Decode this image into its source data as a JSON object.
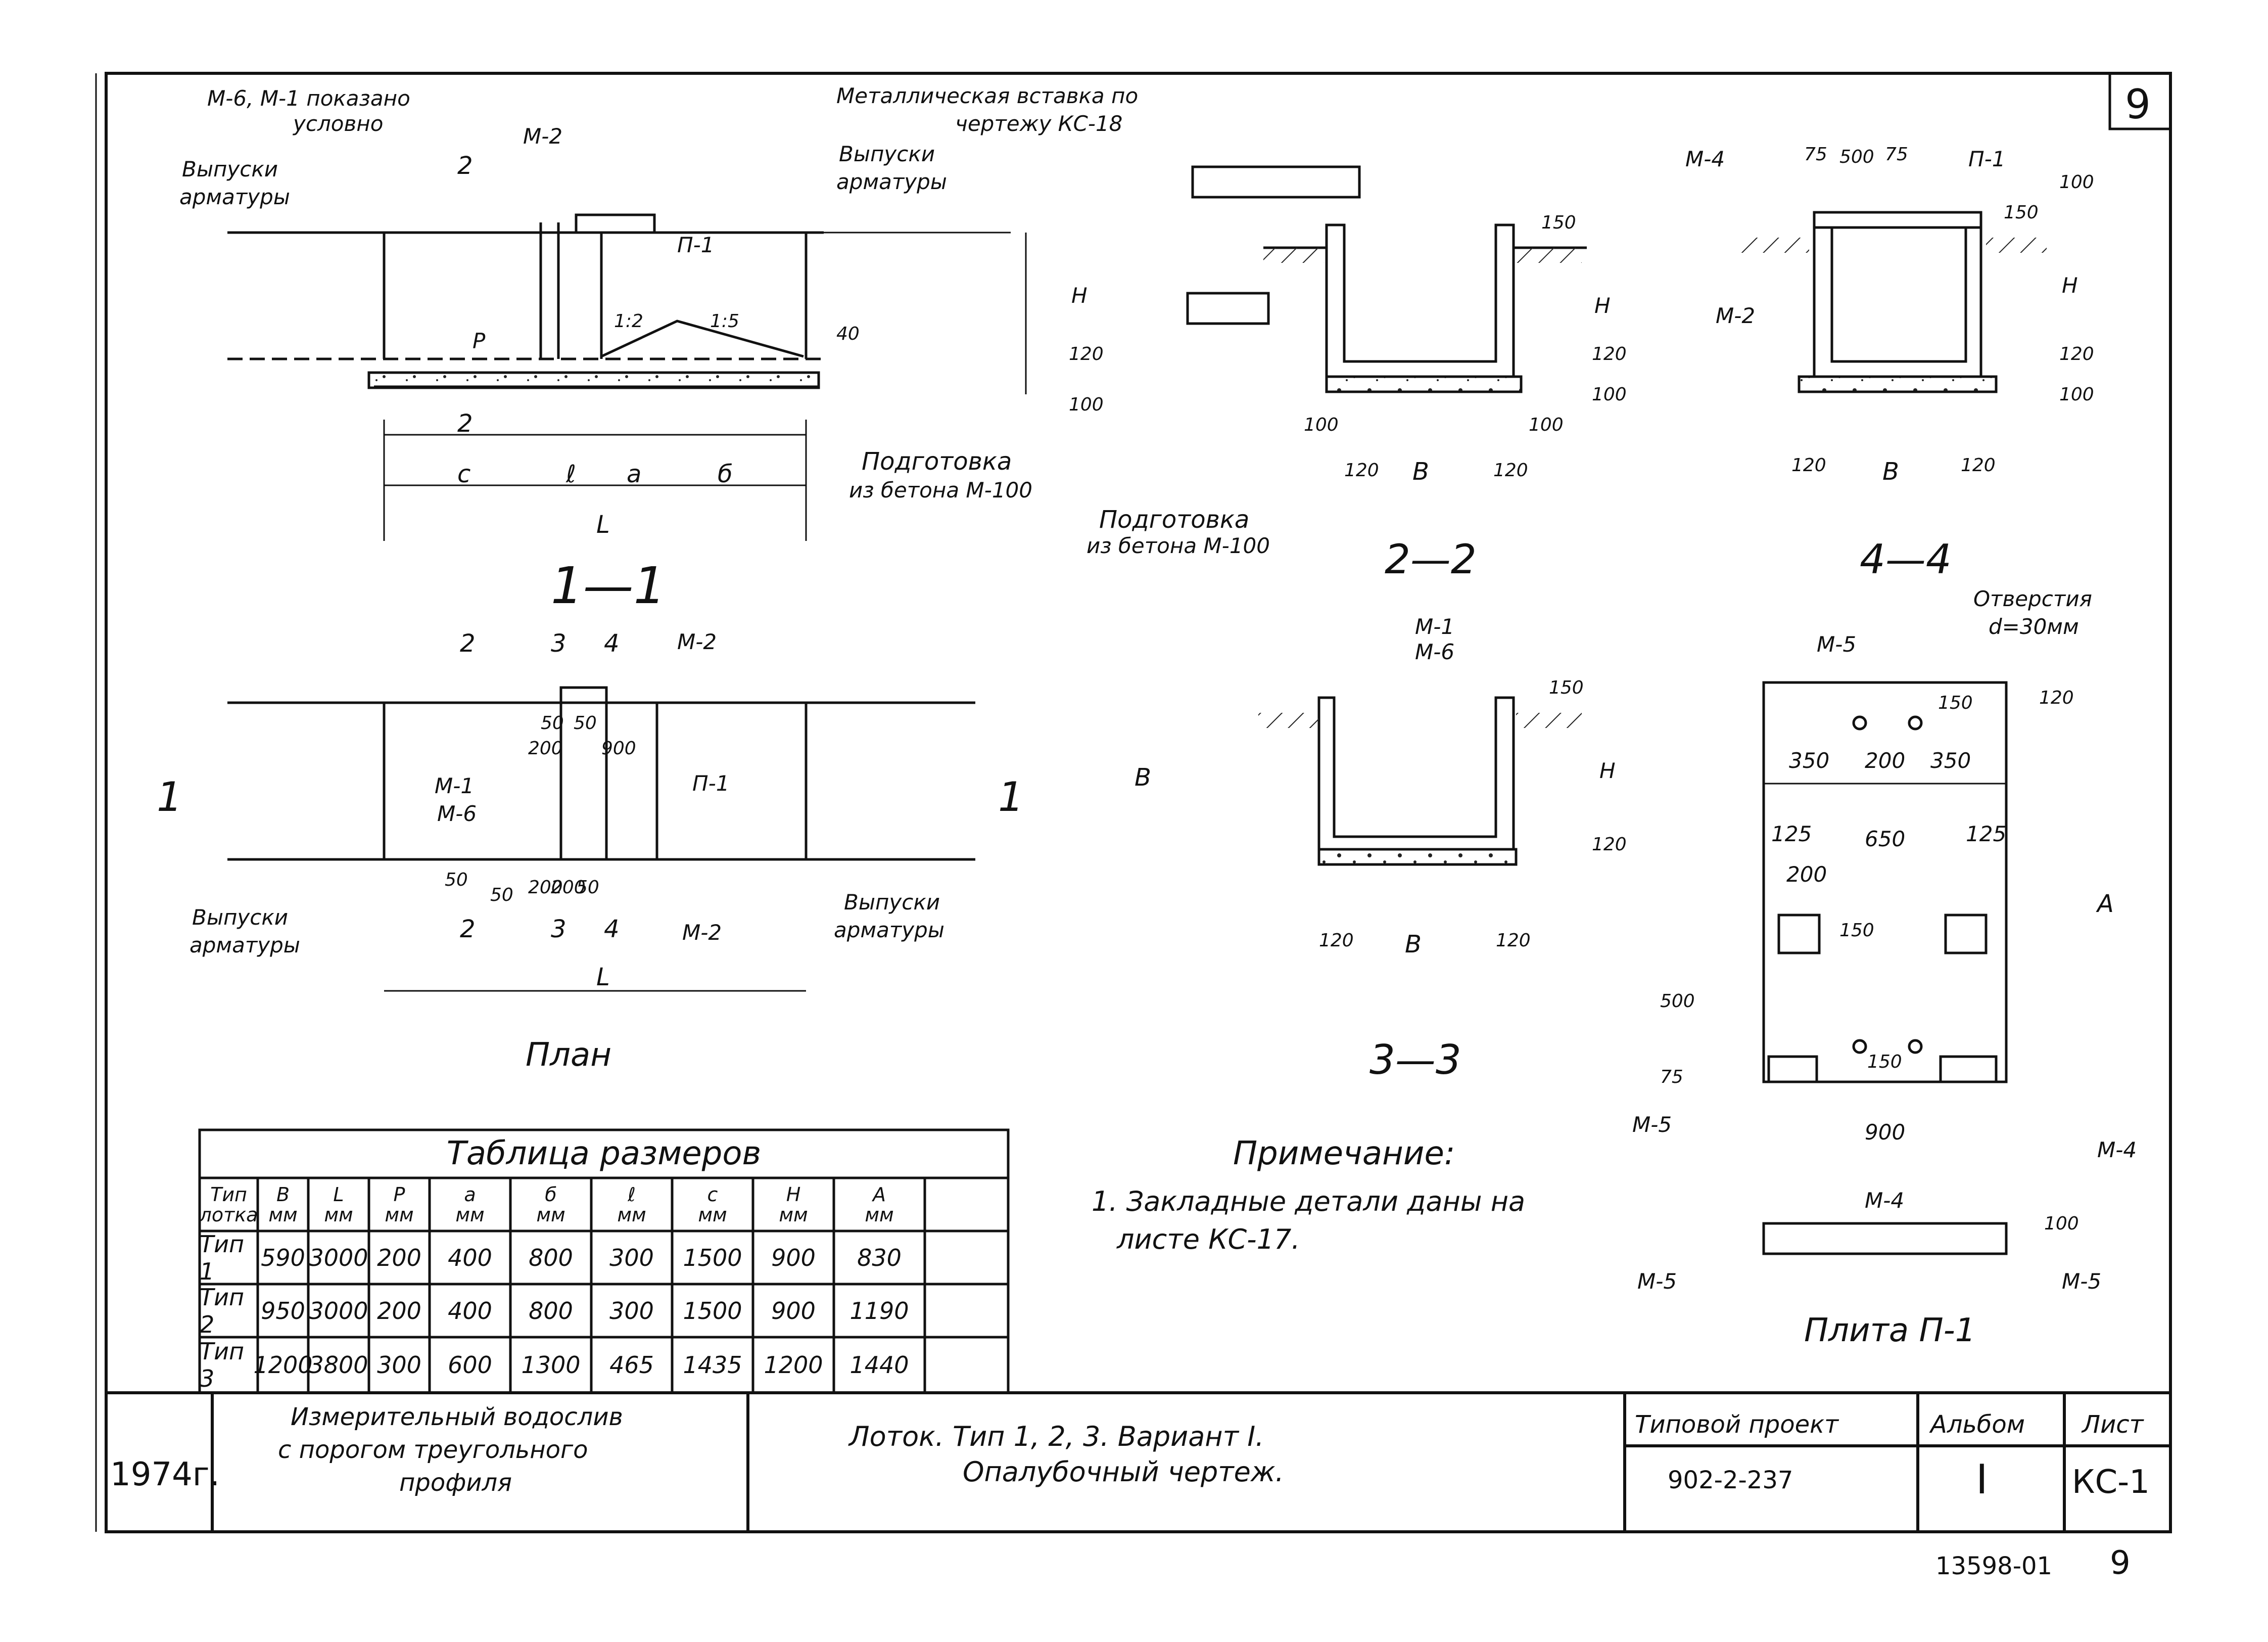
{
  "sheet_number_corner": "9",
  "section_1_1": {
    "label": "1—1",
    "callouts": {
      "m6_m1": "М-6, М-1 показано",
      "m6_m1_line2": "условно",
      "m2": "М-2",
      "metal_insert": "Металлическая вставка по",
      "metal_insert_line2": "чертежу  КС-18",
      "outlets_left": "Выпуски",
      "outlets_left_line2": "арматуры",
      "outlets_right": "Выпуски",
      "outlets_right_line2": "арматуры",
      "p1": "П-1",
      "prep": "Подготовка",
      "prep_line2": "из бетона М-100"
    },
    "section_marks": [
      "2",
      "2"
    ],
    "slopes": [
      "1:2",
      "1:5"
    ],
    "dims": {
      "P": "Р",
      "H": "Н",
      "d40": "40",
      "d120": "120",
      "d100": "100",
      "c": "с",
      "l": "ℓ",
      "a": "а",
      "b": "б",
      "L": "L"
    }
  },
  "section_2_2": {
    "label": "2—2",
    "dims": {
      "d150": "150",
      "H": "Н",
      "d120": "120",
      "d100": "100",
      "d100_left": "100",
      "d100_right": "100",
      "d120_left": "120",
      "B": "В",
      "d120_right": "120"
    },
    "prep": "Подготовка",
    "prep_line2": "из бетона М-100"
  },
  "section_4_4": {
    "label": "4—4",
    "callouts": {
      "m4": "М-4",
      "p1": "П-1",
      "m2": "М-2"
    },
    "dims": {
      "d75a": "75",
      "d500": "500",
      "d75b": "75",
      "d100": "100",
      "d150": "150",
      "H": "Н",
      "d120": "120",
      "d100b": "100",
      "d120_left": "120",
      "B": "В",
      "d120_right": "120"
    }
  },
  "plan": {
    "label": "План",
    "section_marks": {
      "t2": "2",
      "t3": "3",
      "t4": "4",
      "b2": "2",
      "b3": "3",
      "b4": "4",
      "left1": "1",
      "right1": "1"
    },
    "callouts": {
      "m2_top": "М-2",
      "m1": "М-1",
      "m6": "М-6",
      "p1": "П-1",
      "m2_bottom": "М-2",
      "outlets_left": "Выпуски",
      "outlets_left_line2": "арматуры",
      "outlets_right": "Выпуски",
      "outlets_right_line2": "арматуры"
    },
    "dims": {
      "d50a": "50",
      "d50b": "50",
      "d200": "200",
      "d900": "900",
      "B": "В",
      "d50c": "50",
      "d50d": "50",
      "d200b": "200",
      "d200c": "200",
      "d50e": "50",
      "L": "L"
    }
  },
  "section_3_3": {
    "label": "3—3",
    "callouts": {
      "m1": "М-1",
      "m6": "М-6"
    },
    "dims": {
      "d150": "150",
      "H": "Н",
      "d120": "120",
      "d120_left": "120",
      "B": "В",
      "d120_right": "120"
    }
  },
  "slab": {
    "label": "Плита П-1",
    "callouts": {
      "holes": "Отверстия",
      "holes_line2": "d=30мм",
      "m5_top": "М-5",
      "m5_left": "М-5",
      "m4": "М-4",
      "m4_section": "М-4",
      "m5_sec_left": "М-5",
      "m5_sec_right": "М-5"
    },
    "dims": {
      "d120": "120",
      "d150": "150",
      "d350a": "350",
      "d200": "200",
      "d350b": "350",
      "d125a": "125",
      "d650": "650",
      "d125b": "125",
      "d200b": "200",
      "d150b": "150",
      "A": "А",
      "d500": "500",
      "d75": "75",
      "d150c": "150",
      "d900": "900",
      "d100": "100"
    }
  },
  "dimension_table": {
    "title": "Таблица размеров",
    "headers": [
      {
        "name": "Тип",
        "unit": "лотка"
      },
      {
        "name": "В",
        "unit": "мм"
      },
      {
        "name": "L",
        "unit": "мм"
      },
      {
        "name": "Р",
        "unit": "мм"
      },
      {
        "name": "а",
        "unit": "мм"
      },
      {
        "name": "б",
        "unit": "мм"
      },
      {
        "name": "ℓ",
        "unit": "мм"
      },
      {
        "name": "с",
        "unit": "мм"
      },
      {
        "name": "Н",
        "unit": "мм"
      },
      {
        "name": "А",
        "unit": "мм"
      }
    ],
    "rows": [
      [
        "Тип 1",
        "590",
        "3000",
        "200",
        "400",
        "800",
        "300",
        "1500",
        "900",
        "830"
      ],
      [
        "Тип 2",
        "950",
        "3000",
        "200",
        "400",
        "800",
        "300",
        "1500",
        "900",
        "1190"
      ],
      [
        "Тип 3",
        "1200",
        "3800",
        "300",
        "600",
        "1300",
        "465",
        "1435",
        "1200",
        "1440"
      ]
    ]
  },
  "note": {
    "title": "Примечание:",
    "line1": "1. Закладные детали даны на",
    "line2": "листе КС-17."
  },
  "title_block": {
    "year": "1974г.",
    "object_line1": "Измерительный водослив",
    "object_line2": "с порогом треугольного",
    "object_line3": "профиля",
    "title_line1": "Лоток. Тип 1, 2, 3.  Вариант I.",
    "title_line2": "Опалубочный чертеж.",
    "project_label": "Типовой проект",
    "project_value": "902-2-237",
    "album_label": "Альбом",
    "album_value": "I",
    "sheet_label": "Лист",
    "sheet_value": "КС-1"
  },
  "footer": {
    "inventory": "13598-01",
    "page": "9"
  }
}
